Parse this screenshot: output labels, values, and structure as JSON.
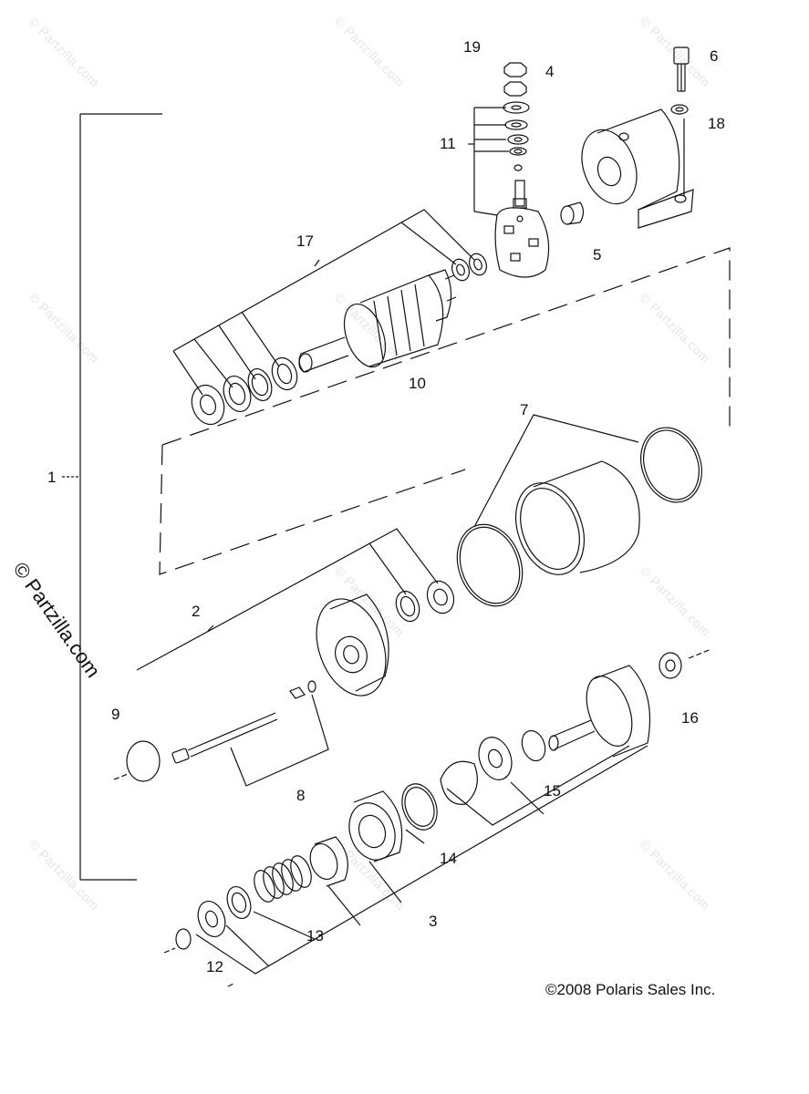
{
  "callouts": [
    "1",
    "2",
    "3",
    "4",
    "5",
    "6",
    "7",
    "8",
    "9",
    "10",
    "11",
    "12",
    "13",
    "14",
    "15",
    "16",
    "17",
    "18",
    "19"
  ],
  "watermark": "© Partzilla.com",
  "side_watermark": "© Partzilla.com",
  "copyright": "©2008 Polaris Sales Inc."
}
